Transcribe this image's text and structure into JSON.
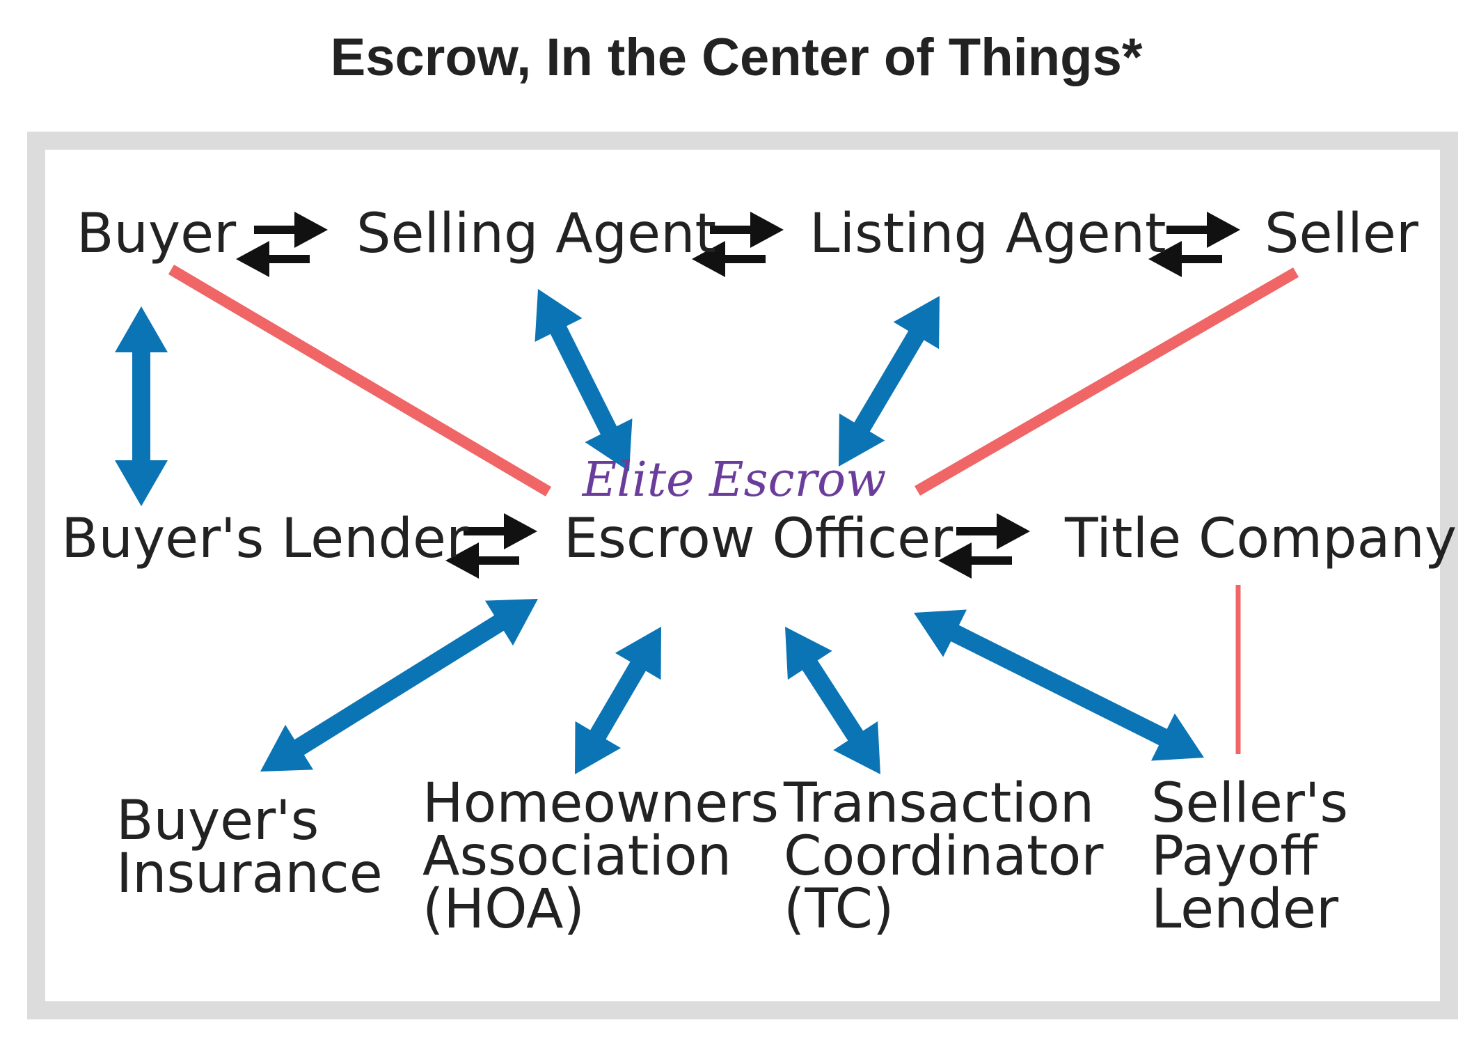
{
  "title": "Escrow, In the Center of Things*",
  "logo": "Elite Escrow",
  "colors": {
    "frame": "#dcdcdc",
    "two_way": "#0a74b5",
    "direct_line": "#f06565",
    "exchange_arrow": "#111111",
    "text": "#222222",
    "logo": "#6a3d9a"
  },
  "nodes": {
    "buyer": [
      "Buyer"
    ],
    "selling_agent": [
      "Selling Agent"
    ],
    "listing_agent": [
      "Listing Agent"
    ],
    "seller": [
      "Seller"
    ],
    "buyers_lender": [
      "Buyer's Lender"
    ],
    "escrow_officer": [
      "Escrow Officer"
    ],
    "title_company": [
      "Title Company"
    ],
    "buyers_insurance": [
      "Buyer's",
      "Insurance"
    ],
    "hoa": [
      "Homeowners",
      "Association",
      "(HOA)"
    ],
    "tc": [
      "Transaction",
      "Coordinator",
      "(TC)"
    ],
    "sellers_payoff_lender": [
      "Seller's",
      "Payoff",
      "Lender"
    ]
  },
  "connections": [
    {
      "from": "buyer",
      "to": "selling_agent",
      "kind": "exchange"
    },
    {
      "from": "selling_agent",
      "to": "listing_agent",
      "kind": "exchange"
    },
    {
      "from": "listing_agent",
      "to": "seller",
      "kind": "exchange"
    },
    {
      "from": "buyers_lender",
      "to": "escrow_officer",
      "kind": "exchange"
    },
    {
      "from": "escrow_officer",
      "to": "title_company",
      "kind": "exchange"
    },
    {
      "from": "buyer",
      "to": "buyers_lender",
      "kind": "two-way"
    },
    {
      "from": "selling_agent",
      "to": "escrow_officer",
      "kind": "two-way"
    },
    {
      "from": "listing_agent",
      "to": "escrow_officer",
      "kind": "two-way"
    },
    {
      "from": "escrow_officer",
      "to": "buyers_insurance",
      "kind": "two-way"
    },
    {
      "from": "escrow_officer",
      "to": "hoa",
      "kind": "two-way"
    },
    {
      "from": "escrow_officer",
      "to": "tc",
      "kind": "two-way"
    },
    {
      "from": "escrow_officer",
      "to": "sellers_payoff_lender",
      "kind": "two-way"
    },
    {
      "from": "buyer",
      "to": "escrow_officer",
      "kind": "direct"
    },
    {
      "from": "seller",
      "to": "escrow_officer",
      "kind": "direct"
    },
    {
      "from": "title_company",
      "to": "sellers_payoff_lender",
      "kind": "direct"
    }
  ]
}
